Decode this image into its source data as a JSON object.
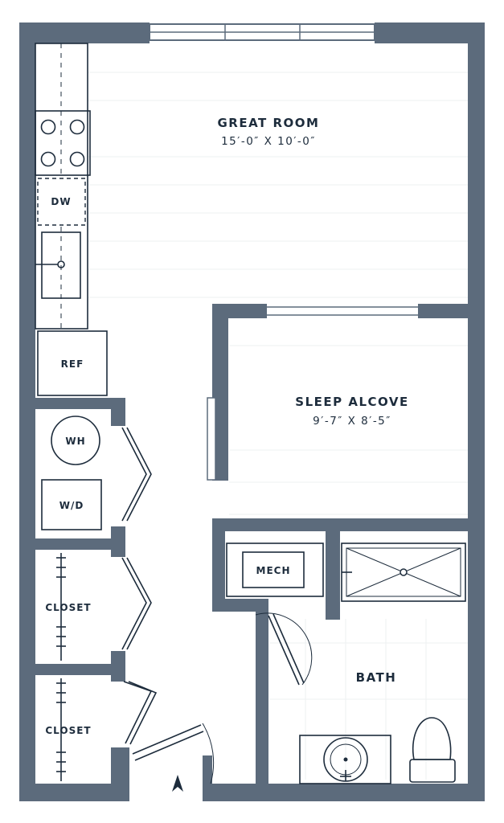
{
  "rooms": {
    "great_room": {
      "name": "GREAT ROOM",
      "dims": "15′-0″ X 10′-0″"
    },
    "sleep_alcove": {
      "name": "SLEEP ALCOVE",
      "dims": "9′-7″ X 8′-5″"
    },
    "bath": {
      "name": "BATH"
    }
  },
  "fixtures": {
    "dishwasher": "DW",
    "refrigerator": "REF",
    "water_heater": "WH",
    "washer_dryer": "W/D",
    "mechanical": "MECH",
    "closet_1": "CLOSET",
    "closet_2": "CLOSET"
  },
  "colors": {
    "wall": "#5c6b7c",
    "line": "#1d2c3c",
    "floor": "#ffffff"
  }
}
